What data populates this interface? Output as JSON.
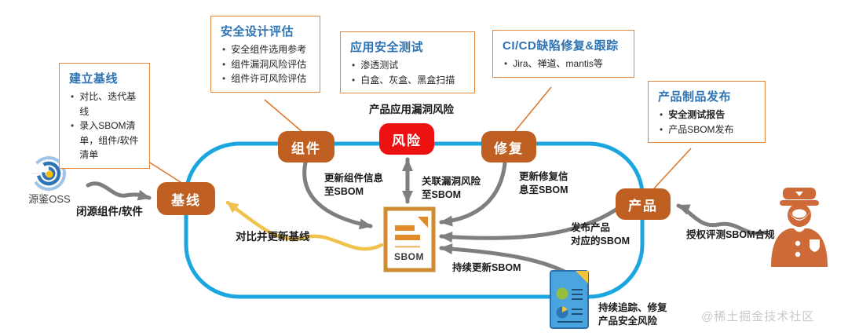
{
  "watermark": "@稀土掘金技术社区",
  "colors": {
    "node_orange": "#C05F22",
    "risk_red": "#EE1111",
    "loop_cyan": "#1CA6E0",
    "callout_border": "#E6863B",
    "title_blue": "#2E74B5",
    "arrow_gray": "#7F7F7F",
    "arrow_yellow": "#F2C24E"
  },
  "callouts": {
    "establish_baseline": {
      "title": "建立基线",
      "bullets": [
        "对比、迭代基线",
        "录入SBOM清单，组件/软件清单"
      ]
    },
    "security_design": {
      "title": "安全设计评估",
      "bullets": [
        "安全组件选用参考",
        "组件漏洞风险评估",
        "组件许可风险评估"
      ]
    },
    "app_security_test": {
      "title": "应用安全测试",
      "bullets": [
        "渗透测试",
        "白盒、灰盒、黑盒扫描"
      ]
    },
    "cicd_track": {
      "title": "CI/CD缺陷修复&跟踪",
      "bullets": [
        "Jira、禅道、mantis等"
      ]
    },
    "product_release": {
      "title": "产品制品发布",
      "bullets": [
        "安全测试报告",
        "产品SBOM发布"
      ]
    }
  },
  "nodes": {
    "baseline": "基线",
    "component": "组件",
    "risk": "风险",
    "repair": "修复",
    "product": "产品"
  },
  "labels": {
    "risk_top": "产品应用漏洞风险",
    "update_component": "更新组件信息\n至SBOM",
    "link_risk": "关联漏洞风险\n至SBOM",
    "update_repair": "更新修复信\n息至SBOM",
    "release_product": "发布产品\n对应的SBOM",
    "continuous_update": "持续更新SBOM",
    "track_repair": "持续追踪、修复\n产品安全风险",
    "compare_update": "对比并更新基线",
    "closed_source": "闭源组件/软件",
    "authorized": "授权评测SBOM合规"
  },
  "icons": {
    "oss_logo_label": "源鉴OSS",
    "sbom_label": "SBOM"
  }
}
